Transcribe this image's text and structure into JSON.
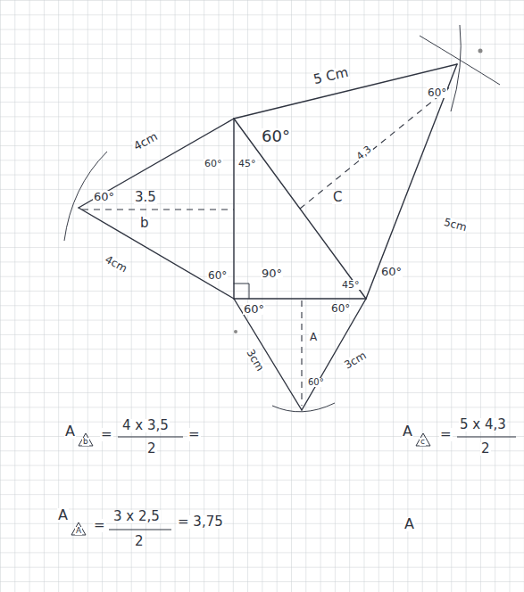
{
  "diagram": {
    "labels": [
      "5 Cm",
      "4cm",
      "60°",
      "3.5",
      "b",
      "60°",
      "45°",
      "60°",
      "60°",
      "4,3",
      "C",
      "5cm",
      "4cm",
      "60°",
      "90°",
      "60°",
      "45°",
      "60°",
      "60°",
      "A",
      "3cm",
      "3cm",
      "60°",
      "A",
      "b",
      "=",
      "4 x 3,5",
      "2",
      "=",
      "A",
      "c",
      "=",
      "5 x 4,3",
      "2",
      "A",
      "A",
      "=",
      "3 x 2,5",
      "2",
      "= 3,75",
      "A"
    ]
  }
}
